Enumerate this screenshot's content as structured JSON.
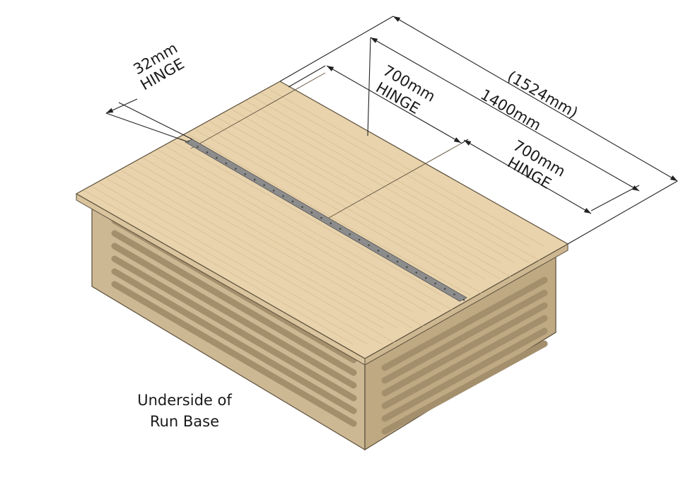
{
  "dimensions": {
    "hinge_width": "32mm",
    "hinge_width_label": "HINGE",
    "hinge_left": "700mm",
    "hinge_left_label": "HINGE",
    "overall_outer": "(1524mm)",
    "overall_inner": "1400mm",
    "hinge_right": "700mm",
    "hinge_right_label": "HINGE"
  },
  "caption": {
    "line1": "Underside of",
    "line2": "Run Base"
  },
  "colors": {
    "wood_top": "#e8d3ad",
    "wood_side": "#cdb894",
    "wood_side_dark": "#bca681",
    "slot": "#a48f6d",
    "hinge": "#8c8c8c",
    "line": "#222222"
  }
}
